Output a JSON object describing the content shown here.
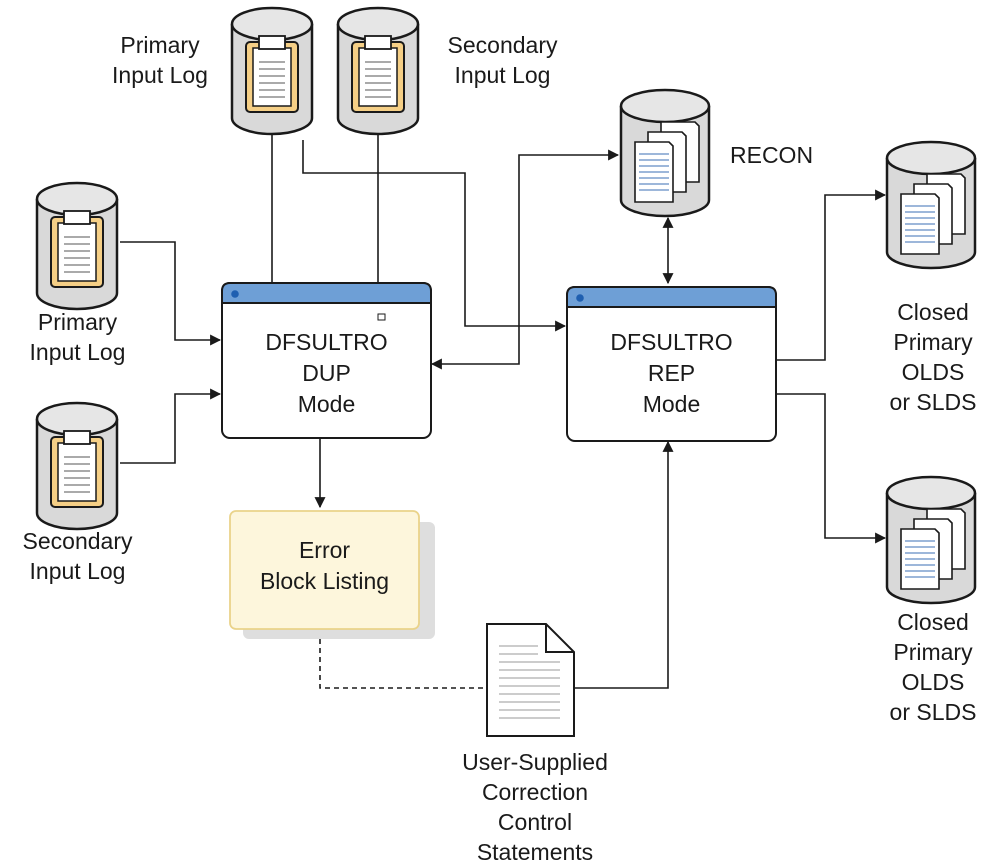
{
  "labels": {
    "top_primary_input_log": [
      "Primary",
      "Input Log"
    ],
    "top_secondary_input_log": [
      "Secondary",
      "Input Log"
    ],
    "left_primary_input_log": [
      "Primary",
      "Input Log"
    ],
    "left_secondary_input_log": [
      "Secondary",
      "Input Log"
    ],
    "recon": "RECON",
    "closed_primary_olds_1": [
      "Closed",
      "Primary",
      "OLDS",
      "or SLDS"
    ],
    "closed_primary_olds_2": [
      "Closed",
      "Primary",
      "OLDS",
      "or SLDS"
    ],
    "user_supplied": [
      "User-Supplied",
      "Correction",
      "Control",
      "Statements"
    ]
  },
  "boxes": {
    "dup": [
      "DFSULTRO",
      "DUP",
      "Mode"
    ],
    "rep": [
      "DFSULTRO",
      "REP",
      "Mode"
    ],
    "error": [
      "Error",
      "Block Listing"
    ]
  },
  "colors": {
    "window_titlebar": "#6e9fd6",
    "window_dot": "#1f5fb0",
    "cylinder_fill": "#d9d9d9",
    "clipboard_fill": "#f5cf86",
    "error_box_fill": "#fdf6dc",
    "error_box_border": "#ead38a",
    "line": "#1a1a1a"
  }
}
